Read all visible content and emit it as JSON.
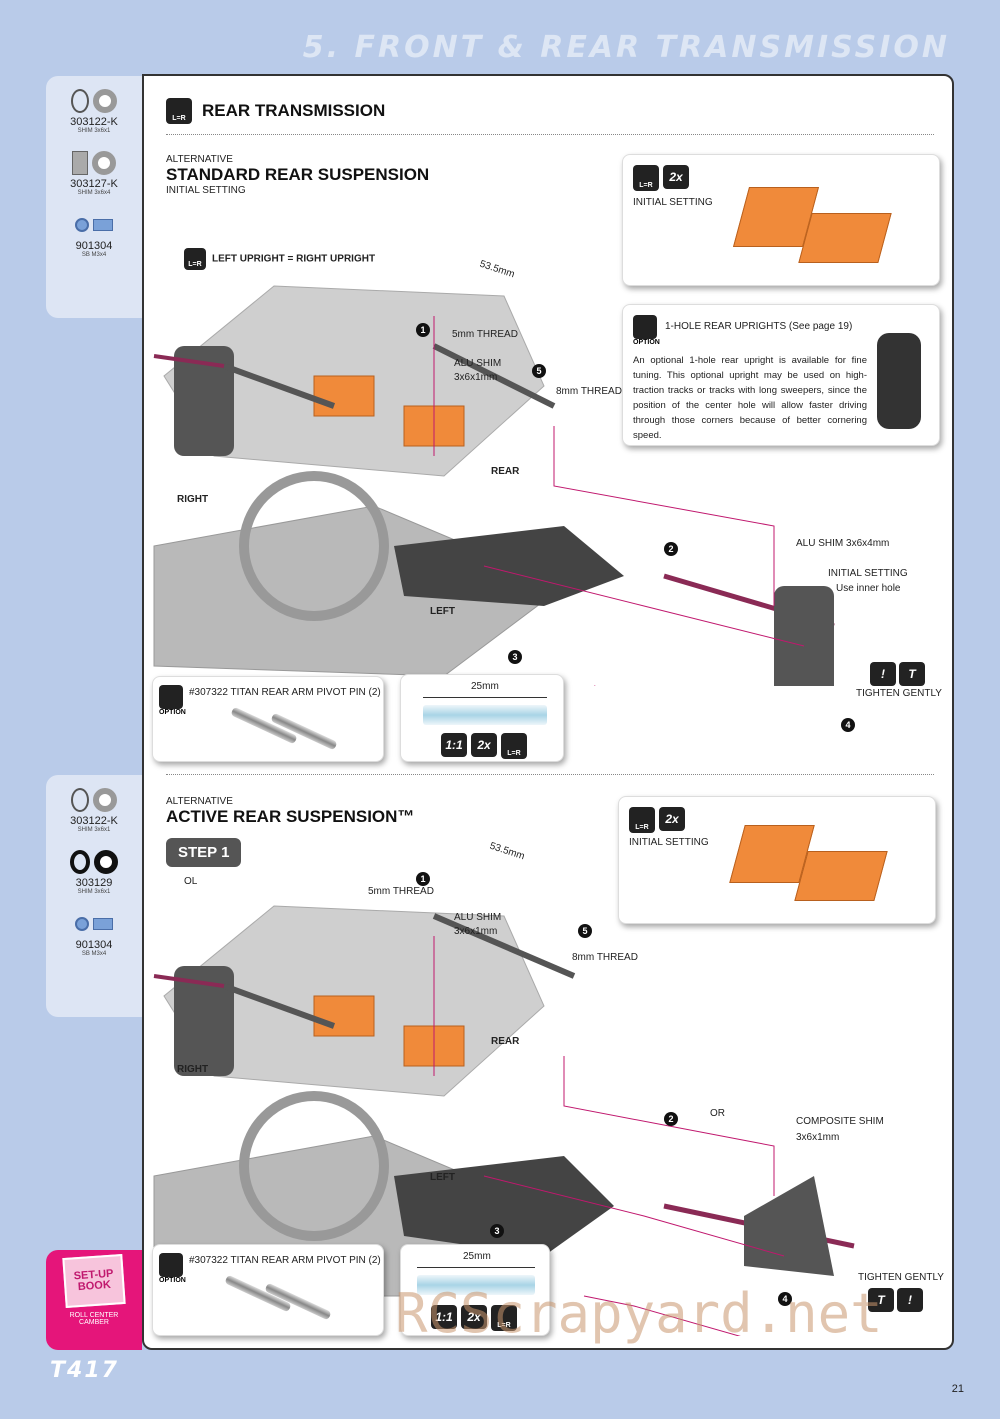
{
  "header": {
    "title": "5. FRONT & REAR TRANSMISSION"
  },
  "sidebar_top": [
    {
      "code": "303122-K",
      "desc": "SHIM 3x6x1",
      "icon": "shim-ring-icon"
    },
    {
      "code": "303127-K",
      "desc": "SHIM 3x6x4",
      "icon": "shim-tall-icon"
    },
    {
      "code": "901304",
      "desc": "SB M3x4",
      "icon": "screw-icon"
    }
  ],
  "sidebar_bottom": [
    {
      "code": "303122-K",
      "desc": "SHIM 3x6x1",
      "icon": "shim-ring-icon"
    },
    {
      "code": "303129",
      "desc": "SHIM 3x6x1",
      "icon": "shim-dark-icon"
    },
    {
      "code": "901304",
      "desc": "SB M3x4",
      "icon": "screw-icon"
    }
  ],
  "section": {
    "title": "REAR TRANSMISSION",
    "lr": "L=R"
  },
  "standard": {
    "alt": "ALTERNATIVE",
    "title": "STANDARD REAR SUSPENSION",
    "sub": "INITIAL SETTING",
    "upright_label": "LEFT UPRIGHT = RIGHT UPRIGHT",
    "dim": "53.5mm",
    "thread5": "5mm THREAD",
    "alu_shim": "ALU SHIM",
    "alu_shim_size": "3x6x1mm",
    "thread8": "8mm THREAD",
    "rear": "REAR",
    "right": "RIGHT",
    "left": "LEFT",
    "alu_shim2": "ALU SHIM 3x6x4mm",
    "initial": "INITIAL SETTING",
    "inner": "Use inner hole",
    "tighten": "TIGHTEN GENTLY",
    "init_box": "INITIAL SETTING",
    "x2": "2x",
    "option_title": "1-HOLE REAR UPRIGHTS (See page 19)",
    "option_label": "OPTION",
    "option_text": "An optional 1-hole rear upright is available for fine tuning. This optional upright may be used on high-traction tracks or tracks with long sweepers, since the position of the center hole will allow faster driving through those corners because of better cornering speed.",
    "pin_option": "#307322 TITAN REAR ARM PIVOT PIN (2)",
    "pin_len": "25mm",
    "scale": "1:1"
  },
  "active": {
    "alt": "ALTERNATIVE",
    "title": "ACTIVE REAR SUSPENSION™",
    "step": "STEP 1",
    "ol": "OL",
    "or": "OR",
    "dim": "53.5mm",
    "thread5": "5mm THREAD",
    "alu_shim": "ALU SHIM",
    "alu_shim_size": "3x6x1mm",
    "thread8": "8mm THREAD",
    "rear": "REAR",
    "right": "RIGHT",
    "left": "LEFT",
    "comp_shim": "COMPOSITE SHIM",
    "comp_shim_size": "3x6x1mm",
    "tighten": "TIGHTEN GENTLY",
    "init_box": "INITIAL SETTING",
    "x2": "2x",
    "option_label": "OPTION",
    "pin_option": "#307322 TITAN REAR ARM PIVOT PIN (2)",
    "pin_len": "25mm",
    "scale": "1:1"
  },
  "setup_book": {
    "title": "SET-UP BOOK",
    "l1": "ROLL CENTER",
    "l2": "CAMBER"
  },
  "footer": {
    "logo": "T417",
    "page": "21",
    "watermark": "RCScrapyard.net"
  }
}
